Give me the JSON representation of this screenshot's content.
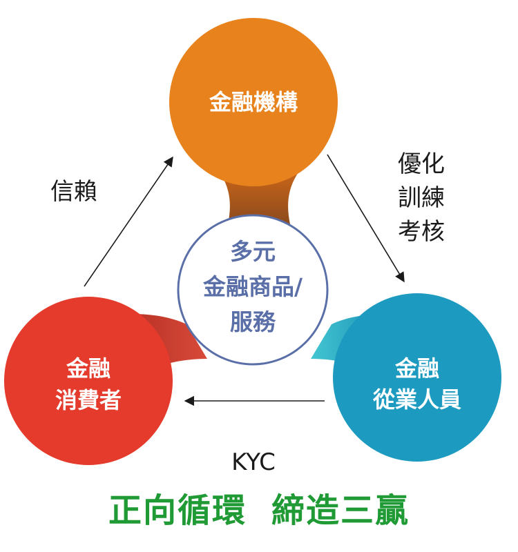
{
  "colors": {
    "top_node": "#e8821d",
    "left_node": "#e43b2c",
    "right_node": "#1d9ac0",
    "center_stroke": "#5a6fa8",
    "center_text": "#5a6fa8",
    "footer": "#1f9a34",
    "arrow": "#1a1a1a"
  },
  "nodes": {
    "top": {
      "lines": [
        "金融機構"
      ]
    },
    "left": {
      "lines": [
        "金融",
        "消費者"
      ]
    },
    "right": {
      "lines": [
        "金融",
        "從業人員"
      ]
    },
    "center": {
      "lines": [
        "多元",
        "金融商品/",
        "服務"
      ]
    }
  },
  "edges": {
    "left_to_top": {
      "label": [
        "信賴"
      ]
    },
    "top_to_right": {
      "label": [
        "優化",
        "訓練",
        "考核"
      ]
    },
    "right_to_left": {
      "label": [
        "KYC"
      ]
    }
  },
  "footer": {
    "part1": "正向循環",
    "part2": "締造三贏"
  }
}
